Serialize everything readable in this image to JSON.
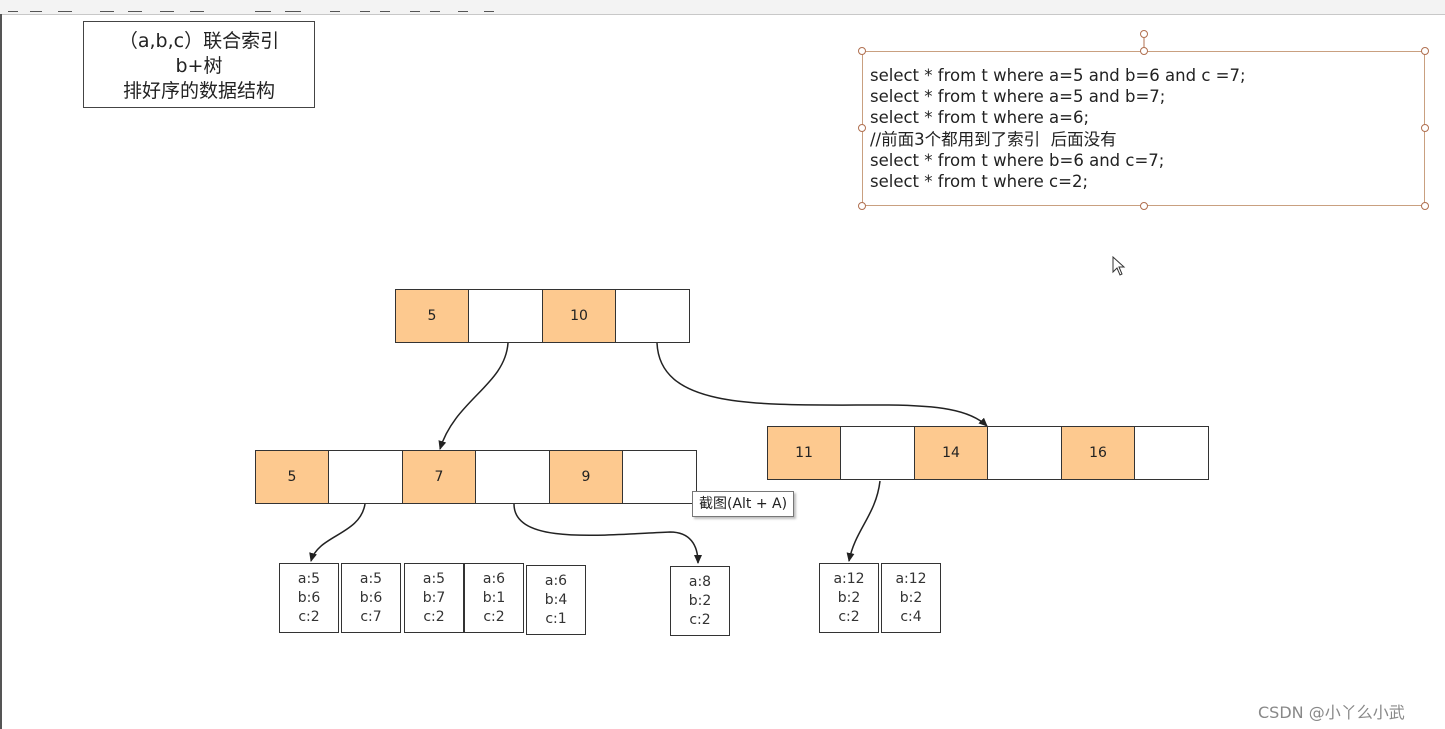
{
  "note_box": {
    "lines": [
      "（a,b,c）联合索引",
      "b+树",
      "排好序的数据结构"
    ]
  },
  "sql_box": {
    "lines": [
      "select * from t where a=5 and b=6 and c =7;",
      "select * from t where a=5 and b=7;",
      "select * from t where a=6;",
      "//前面3个都用到了索引  后面没有",
      "select * from t where b=6 and c=7;",
      "select * from t where c=2;"
    ]
  },
  "tree": {
    "root": {
      "keys": [
        "5",
        "",
        "10",
        ""
      ]
    },
    "level2_left": {
      "keys": [
        "5",
        "",
        "7",
        "",
        "9",
        ""
      ]
    },
    "level2_right": {
      "keys": [
        "11",
        "",
        "14",
        "",
        "16",
        ""
      ]
    },
    "leaves": [
      [
        "a:5",
        "b:6",
        "c:2"
      ],
      [
        "a:5",
        "b:6",
        "c:7"
      ],
      [
        "a:5",
        "b:7",
        "c:2"
      ],
      [
        "a:6",
        "b:1",
        "c:2"
      ],
      [
        "a:6",
        "b:4",
        "c:1"
      ],
      [
        "a:8",
        "b:2",
        "c:2"
      ],
      [
        "a:12",
        "b:2",
        "c:2"
      ],
      [
        "a:12",
        "b:2",
        "c:4"
      ]
    ]
  },
  "tooltip": "截图(Alt + A)",
  "watermark": "CSDN @小丫么小武",
  "colors": {
    "key_fill": "#fdc98f",
    "border": "#333333",
    "sql_border": "#c9a080"
  }
}
